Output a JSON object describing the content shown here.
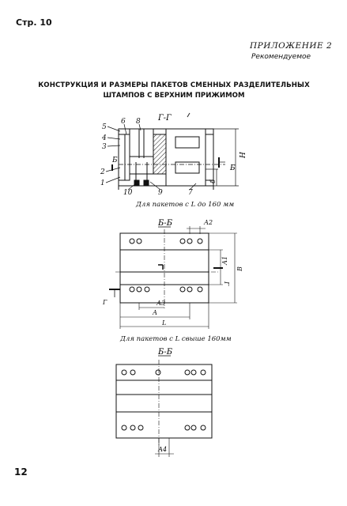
{
  "header": {
    "page_label": "Стр. 10",
    "appendix": "ПРИЛОЖЕНИЕ 2",
    "recommended": "Рекомендуемое"
  },
  "title": {
    "line1": "КОНСТРУКЦИЯ И РАЗМЕРЫ ПАКЕТОВ СМЕННЫХ РАЗДЕЛИТЕЛЬНЫХ",
    "line2": "ШТАМПОВ С ВЕРХНИМ ПРИЖИМОМ"
  },
  "section_view": {
    "section_label": "Г-Г",
    "callouts": [
      "5",
      "4",
      "3",
      "2",
      "1",
      "6",
      "8",
      "10",
      "9",
      "7"
    ],
    "side_labels": {
      "b_mark": "Б",
      "b_mark_left": "Б",
      "h": "Н",
      "b_small": "б"
    }
  },
  "caption_small": "Для пакетов с L до 160 мм",
  "plan_view_1": {
    "label": "Б-Б",
    "dims": {
      "a2": "А2",
      "a1": "А1",
      "b": "В",
      "a3": "А3",
      "a": "А",
      "l": "L"
    },
    "g_marks": [
      "Г",
      "Г"
    ]
  },
  "caption_large": "Для пакетов с L свыше 160мм",
  "plan_view_2": {
    "label": "Б-Б",
    "dims": {
      "a4": "А4"
    }
  },
  "footer": {
    "page_number": "12"
  }
}
